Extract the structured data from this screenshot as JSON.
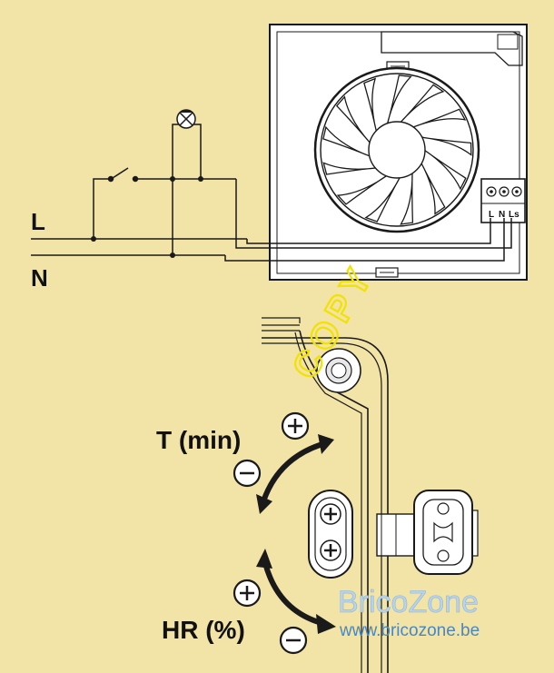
{
  "labels": {
    "line": "L",
    "neutral": "N",
    "terminal_l": "L",
    "terminal_n": "N",
    "terminal_ls": "Ls",
    "timer": "T (min)",
    "humidity": "HR (%)",
    "plus": "+",
    "minus": "−"
  },
  "watermark": {
    "copy": "COPY",
    "brand": "BricoZone",
    "url": "www.bricozone.be"
  },
  "colors": {
    "background": "#f2e3a6",
    "line": "#1a1a1a",
    "panel": "#ffffff",
    "copy_stamp": "#f2e200",
    "brand": "#b7d4ec",
    "url": "#4a87bf"
  }
}
